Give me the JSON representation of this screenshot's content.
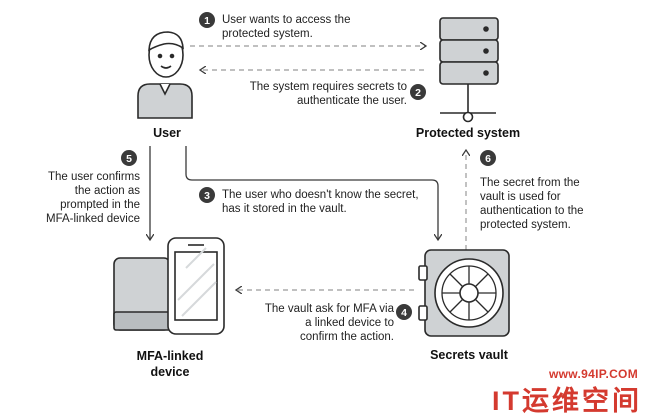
{
  "steps": [
    {
      "number": "1",
      "text": "User wants to access the\nprotected system."
    },
    {
      "number": "2",
      "text": "The system requires secrets to\nauthenticate the user."
    },
    {
      "number": "3",
      "text": "The user who doesn't know the secret,\nhas it stored in the vault."
    },
    {
      "number": "4",
      "text": "The vault ask for MFA via\na linked device to\nconfirm the action."
    },
    {
      "number": "5",
      "text": "The user confirms\nthe action as\nprompted in the\nMFA-linked device"
    },
    {
      "number": "6",
      "text": "The secret from the\nvault is used for\nauthentication to the\nprotected system."
    }
  ],
  "nodes": {
    "user": "User",
    "protected_system": "Protected system",
    "mfa_device": "MFA-linked\ndevice",
    "secrets_vault": "Secrets vault"
  },
  "watermark": {
    "url": "www.94IP.COM",
    "brand": "IT运维空间"
  }
}
